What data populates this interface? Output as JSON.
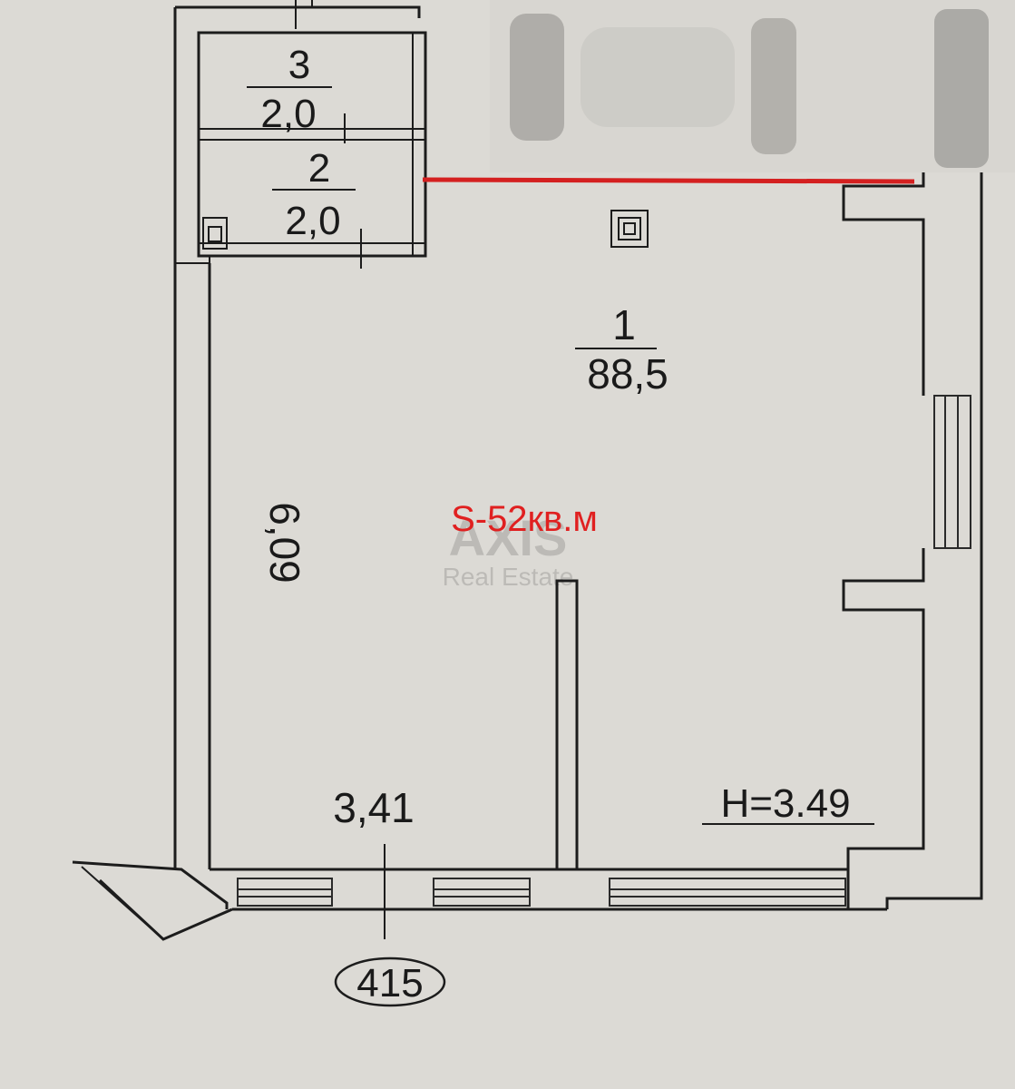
{
  "rooms": [
    {
      "number": "3",
      "area": "2,0"
    },
    {
      "number": "2",
      "area": "2,0"
    },
    {
      "number": "1",
      "area": "88,5"
    }
  ],
  "dimensions": {
    "left_wall": "6,09",
    "bottom_width": "3,41",
    "ceiling_height": "H=3.49"
  },
  "total_area_label": "S-52кв.м",
  "axis_marker": "415",
  "watermark": {
    "line1": "AXIS",
    "line2": "Real Estate"
  },
  "colors": {
    "background": "#dcdad5",
    "ink": "#1c1c1c",
    "highlight_line": "#d42020",
    "area_label": "#e02020"
  }
}
